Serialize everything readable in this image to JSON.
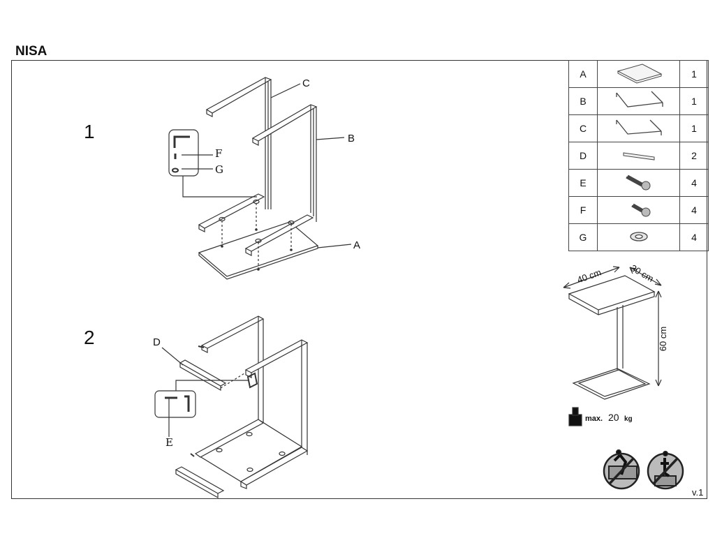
{
  "title": "NISA",
  "steps": [
    {
      "number": "1",
      "labels": {
        "c": "C",
        "b": "B",
        "a": "A",
        "f": "F",
        "g": "G"
      }
    },
    {
      "number": "2",
      "labels": {
        "d": "D",
        "e": "E"
      }
    }
  ],
  "parts": [
    {
      "letter": "A",
      "qty": "1",
      "icon": "tabletop-icon"
    },
    {
      "letter": "B",
      "qty": "1",
      "icon": "frame-b-icon"
    },
    {
      "letter": "C",
      "qty": "1",
      "icon": "frame-c-icon"
    },
    {
      "letter": "D",
      "qty": "2",
      "icon": "bar-icon"
    },
    {
      "letter": "E",
      "qty": "4",
      "icon": "long-bolt-icon"
    },
    {
      "letter": "F",
      "qty": "4",
      "icon": "short-bolt-icon"
    },
    {
      "letter": "G",
      "qty": "4",
      "icon": "washer-icon"
    }
  ],
  "dimensions": {
    "width": "40 cm",
    "depth": "30 cm",
    "height": "60 cm"
  },
  "max_load": {
    "label": "max.",
    "value": "20",
    "unit": "kg"
  },
  "warnings": [
    "no-climbing-icon",
    "no-standing-icon"
  ],
  "version": "v.1"
}
